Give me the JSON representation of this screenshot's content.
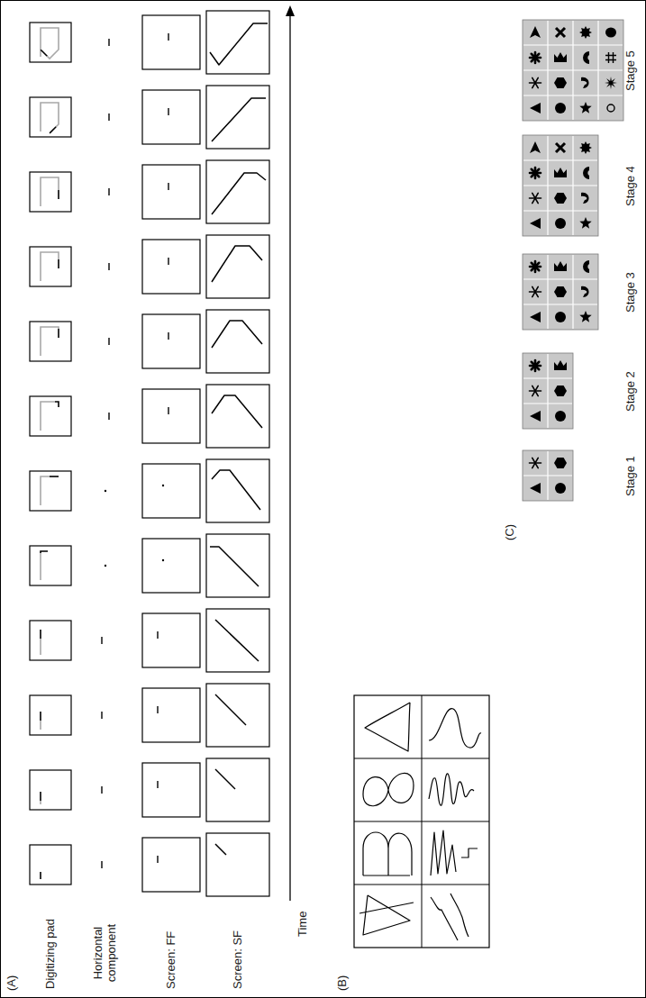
{
  "diagram": {
    "labels": [
      "(A)",
      "Digitizing pad",
      "Horizontal component",
      "Screen: FF",
      "Screen: SF",
      "Time",
      "(B)",
      "(C)",
      "Stage 1",
      "Stage 2",
      "Stage 3",
      "Stage 4",
      "Stage 5"
    ]
  }
}
